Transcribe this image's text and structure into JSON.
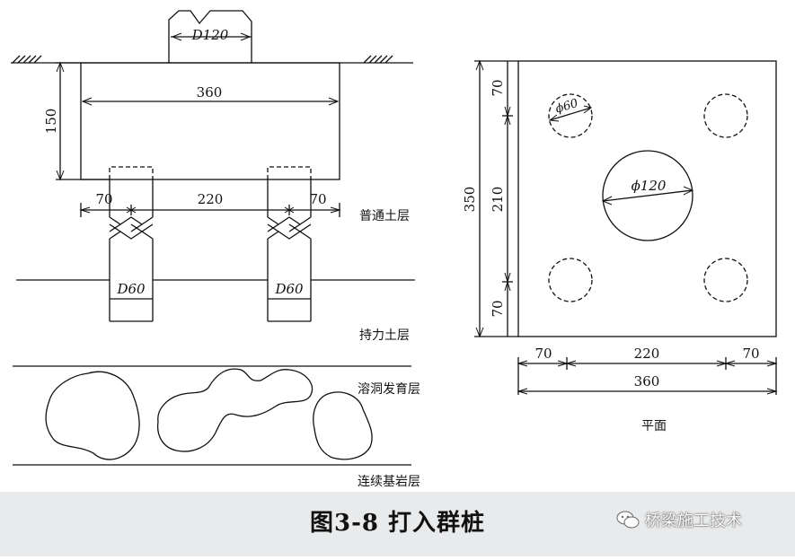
{
  "section_view": {
    "pile_head_label": "D120",
    "cap_width": "360",
    "cap_height": "150",
    "edge_left": "70",
    "pile_spacing": "220",
    "edge_right": "70",
    "pile_label_left": "D60",
    "pile_label_right": "D60"
  },
  "layers": {
    "ordinary_soil": "普通土层",
    "bearing_soil": "持力土层",
    "karst_cave": "溶洞发育层",
    "continuous_bedrock": "连续基岩层"
  },
  "plan_view": {
    "title": "平面",
    "height_total": "350",
    "top_edge": "70",
    "middle": "210",
    "bottom_edge": "70",
    "small_pile": "ϕ60",
    "center_pile": "ϕ120",
    "bottom_left": "70",
    "bottom_middle": "220",
    "bottom_right": "70",
    "bottom_total": "360"
  },
  "caption": "图3-8  打入群桩",
  "watermark": "桥梁施工技术",
  "colors": {
    "line": "#111111",
    "band": "#e9eaeb"
  }
}
